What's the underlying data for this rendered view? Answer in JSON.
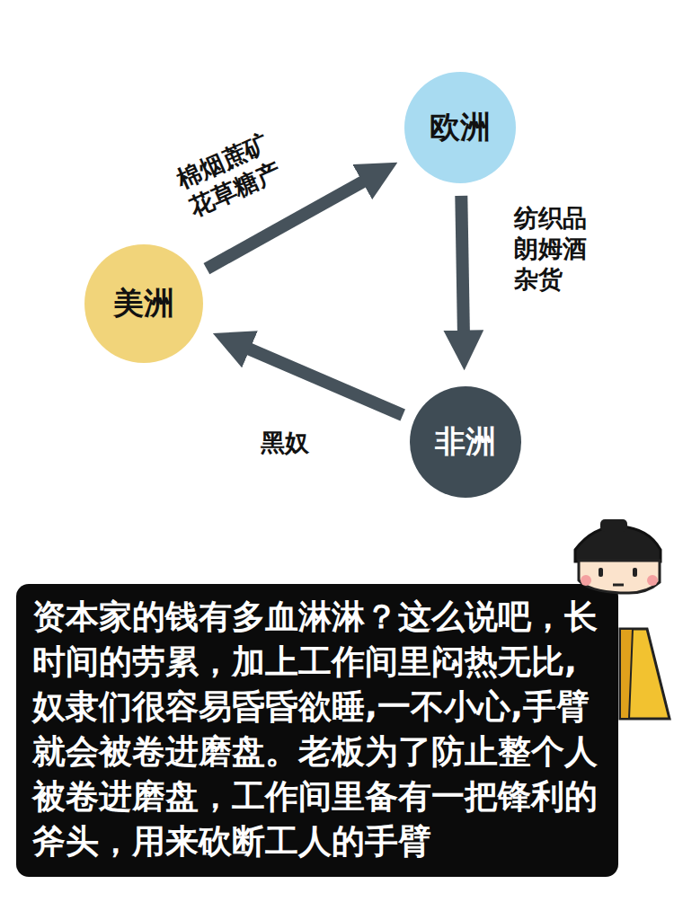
{
  "diagram": {
    "nodes": [
      {
        "text": [
          "欧洲"
        ]
      },
      {
        "text": [
          "美洲"
        ]
      },
      {
        "text": [
          "非洲"
        ]
      },
      {
        "text": [
          "资本家的钱有多血淋淋？这么说吧，长时间的劳累，加上工作间里闷热无比,奴隶们很容易昏昏欲睡,一不小心,手臂就会被卷进磨盘。老板为了防止整个人被卷进磨盘，工作间里备有一把锋利的斧头，用来砍断工人的手臂"
        ]
      }
    ],
    "edges": [
      {
        "from": 1,
        "to": 0,
        "arrow": "to",
        "label": "棉烟蔗矿 花草糖产"
      },
      {
        "from": 0,
        "to": 2,
        "arrow": "to",
        "label": "纺织品 朗姆酒 杂货"
      },
      {
        "from": 2,
        "to": 1,
        "arrow": "to",
        "label": "黑奴"
      }
    ]
  }
}
